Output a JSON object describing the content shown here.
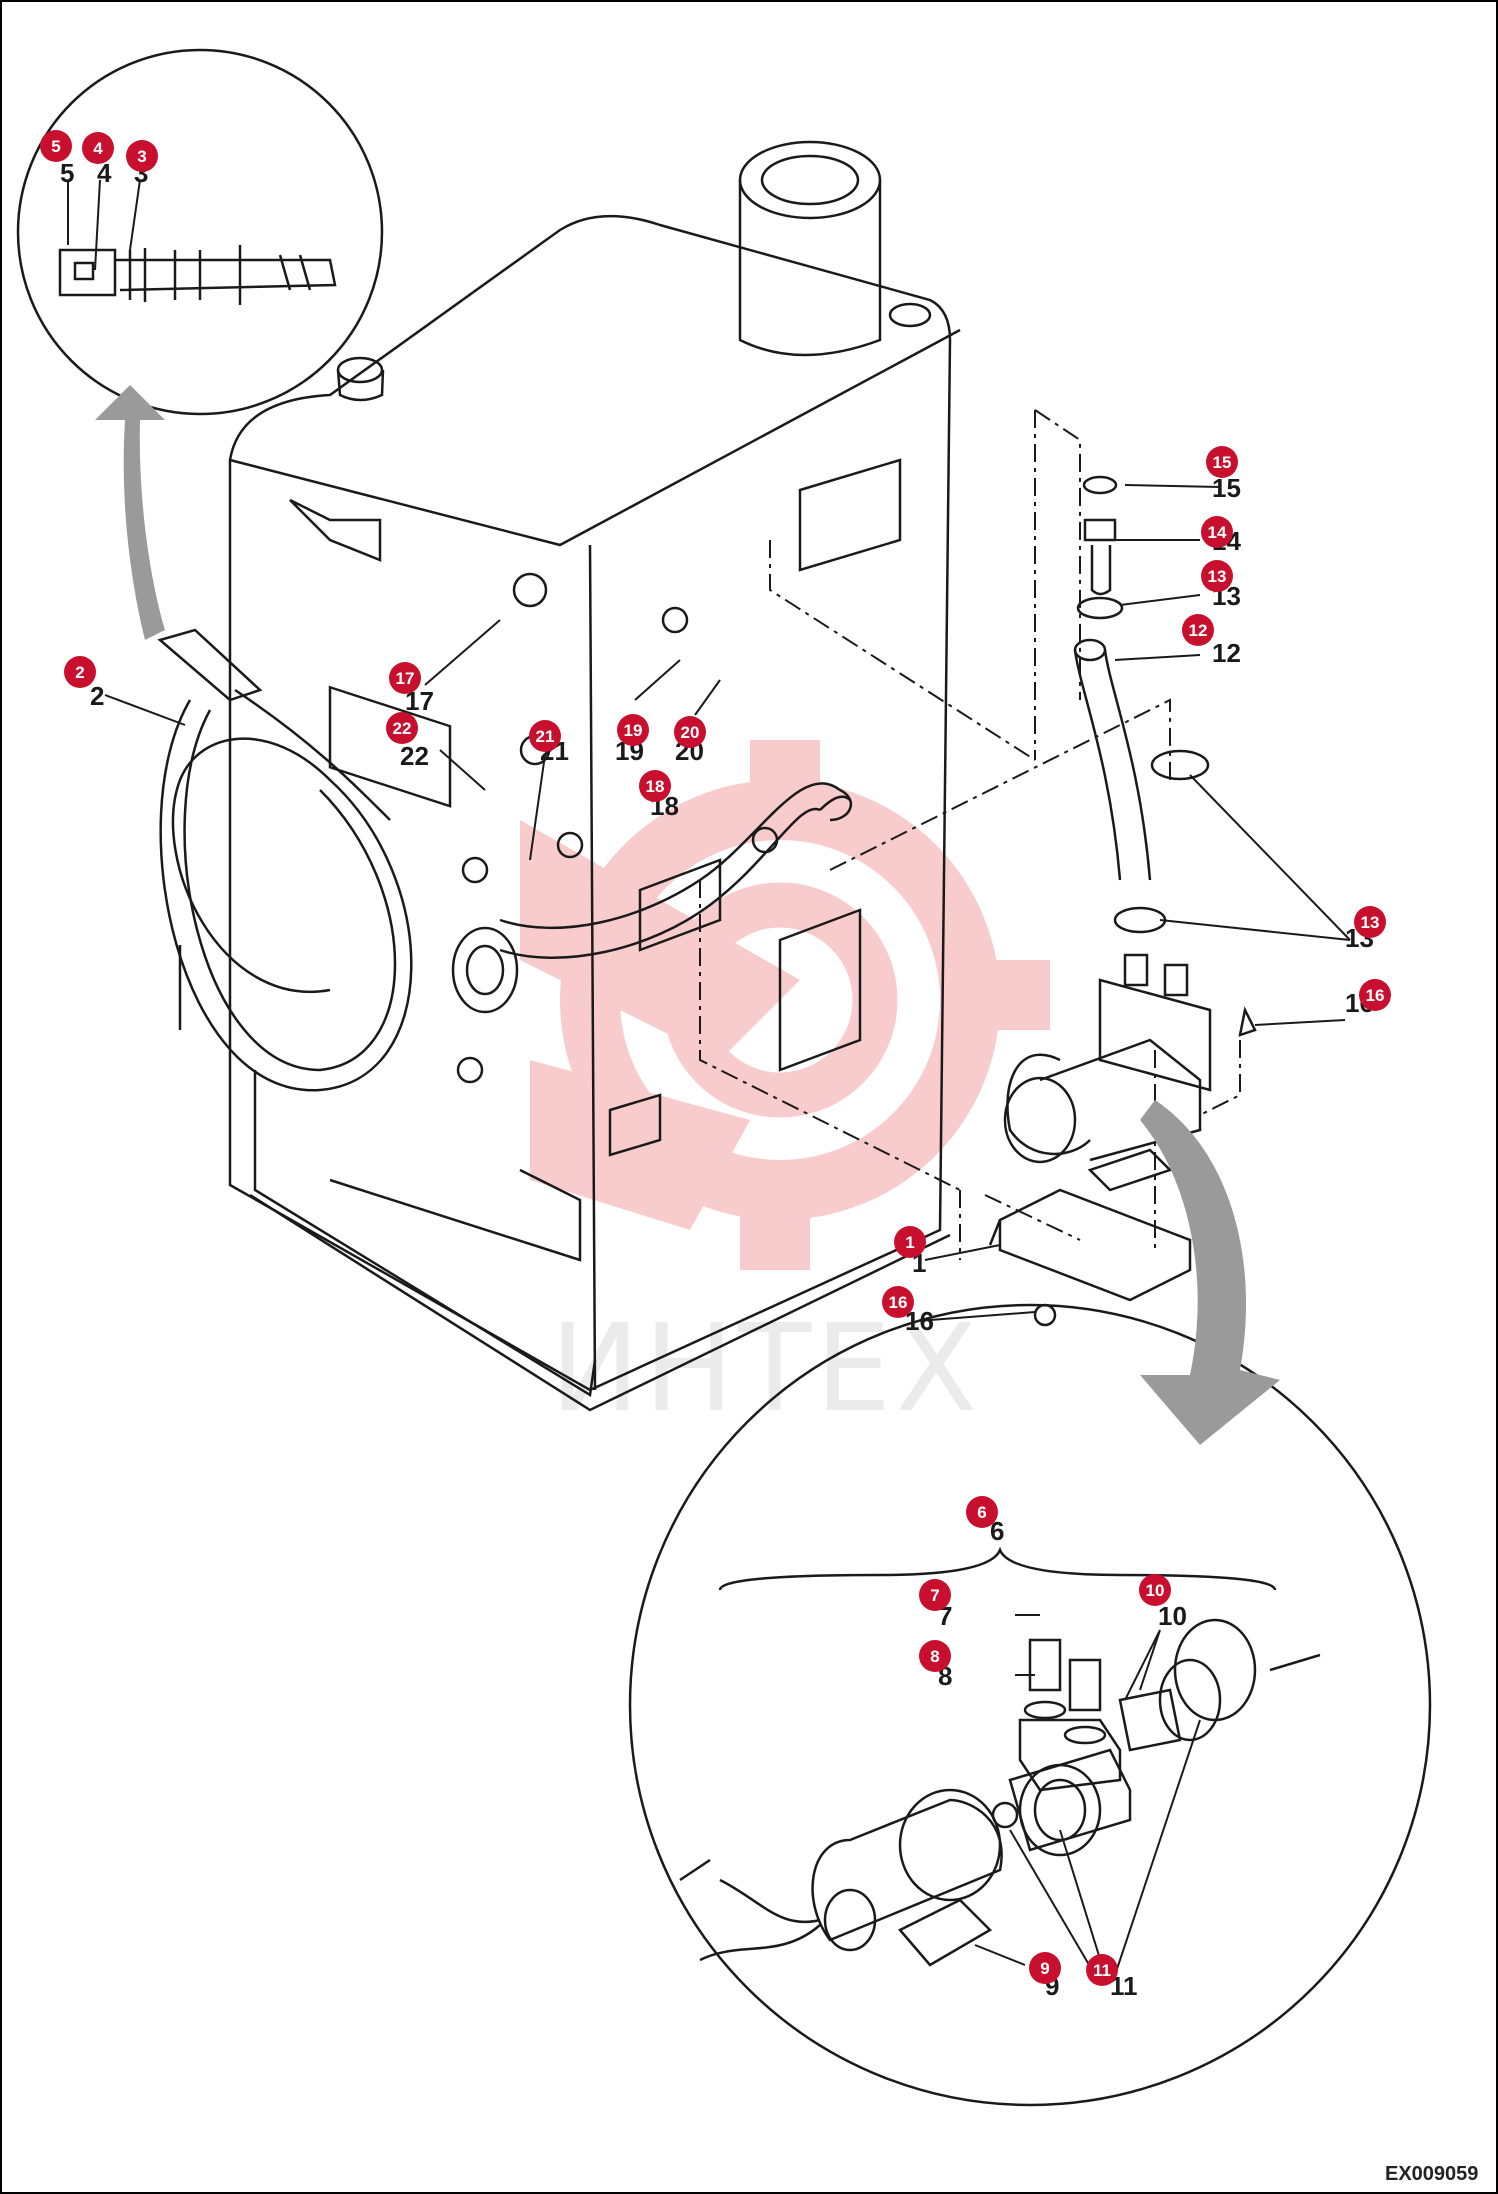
{
  "watermark": {
    "text": "ИНТЕХ",
    "color": "#f4a3a3"
  },
  "diagram_code": "EX009059",
  "colors": {
    "callout": "#c8102e",
    "line": "#1a1a1a",
    "arrow": "#9a9a9a"
  },
  "callouts": {
    "c1": "1",
    "c2": "2",
    "c3": "3",
    "c4": "4",
    "c5": "5",
    "c6": "6",
    "c7": "7",
    "c8": "8",
    "c9": "9",
    "c10": "10",
    "c11": "11",
    "c12": "12",
    "c13a": "13",
    "c13b": "13",
    "c14": "14",
    "c15": "15",
    "c16a": "16",
    "c16b": "16",
    "c17": "17",
    "c18": "18",
    "c19": "19",
    "c20": "20",
    "c21": "21",
    "c22": "22"
  },
  "labels": {
    "l1": "1",
    "l2": "2",
    "l3": "3",
    "l4": "4",
    "l5": "5",
    "l6": "6",
    "l7": "7",
    "l8": "8",
    "l9": "9",
    "l10": "10",
    "l11": "11",
    "l12": "12",
    "l13a": "13",
    "l13b": "13",
    "l14": "14",
    "l15": "15",
    "l16a": "16",
    "l16b": "16",
    "l17": "17",
    "l18": "18",
    "l19": "19",
    "l20": "20",
    "l21": "21",
    "l22": "22"
  }
}
